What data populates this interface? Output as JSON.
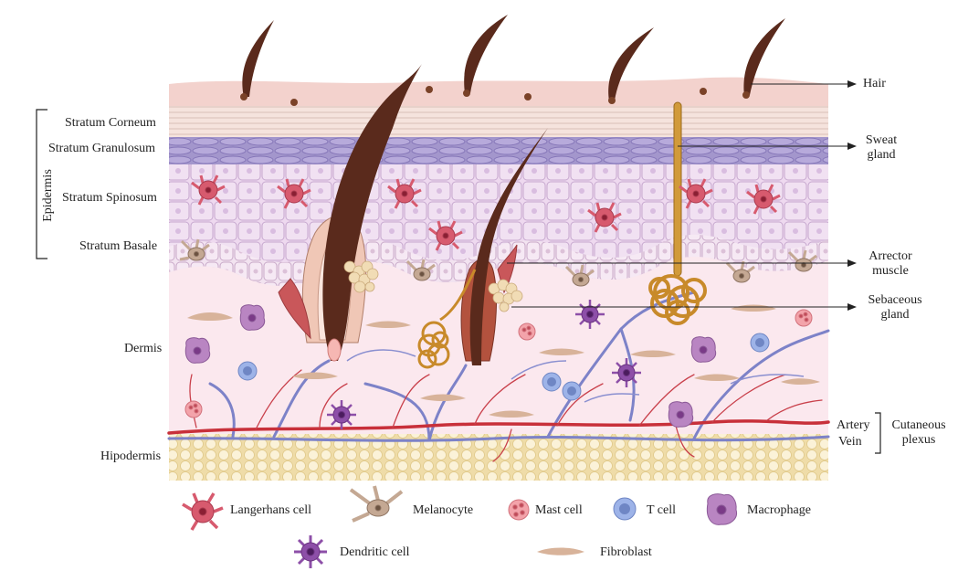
{
  "layers": {
    "epidermis": "Epidermis",
    "stratum_corneum": "Stratum Corneum",
    "stratum_granulosum": "Stratum Granulosum",
    "stratum_spinosum": "Stratum Spinosum",
    "stratum_basale": "Stratum Basale",
    "dermis": "Dermis",
    "hipodermis": "Hipodermis"
  },
  "structures": {
    "hair": "Hair",
    "sweat_gland": [
      "Sweat",
      "gland"
    ],
    "arrector_muscle": [
      "Arrector",
      "muscle"
    ],
    "sebaceous_gland": [
      "Sebaceous",
      "gland"
    ],
    "artery": "Artery",
    "vein": "Vein",
    "cutaneous_plexus": [
      "Cutaneous",
      "plexus"
    ]
  },
  "legend": [
    {
      "label": "Langerhans cell",
      "icon": "langerhans-cell-icon",
      "color": "#d75a6e"
    },
    {
      "label": "Melanocyte",
      "icon": "melanocyte-icon",
      "color": "#c4a893"
    },
    {
      "label": "Mast cell",
      "icon": "mast-cell-icon",
      "color": "#f3a3aa"
    },
    {
      "label": "T cell",
      "icon": "t-cell-icon",
      "color": "#9db3e8"
    },
    {
      "label": "Macrophage",
      "icon": "macrophage-icon",
      "color": "#b985c2"
    },
    {
      "label": "Dendritic cell",
      "icon": "dendritic-cell-icon",
      "color": "#8d4fa8"
    },
    {
      "label": "Fibroblast",
      "icon": "fibroblast-icon",
      "color": "#d8b39a"
    }
  ],
  "colors": {
    "corneum": "#f4dcd6",
    "granulosum": "#a99bd0",
    "spinosum": "#ead7ec",
    "dermis": "#fbe9ef",
    "hypodermis": "#f3e7c2",
    "hair": "#5a2a1c",
    "artery": "#c8303a",
    "vein": "#7b80c4",
    "sweat_gland": "#c88a2a"
  }
}
